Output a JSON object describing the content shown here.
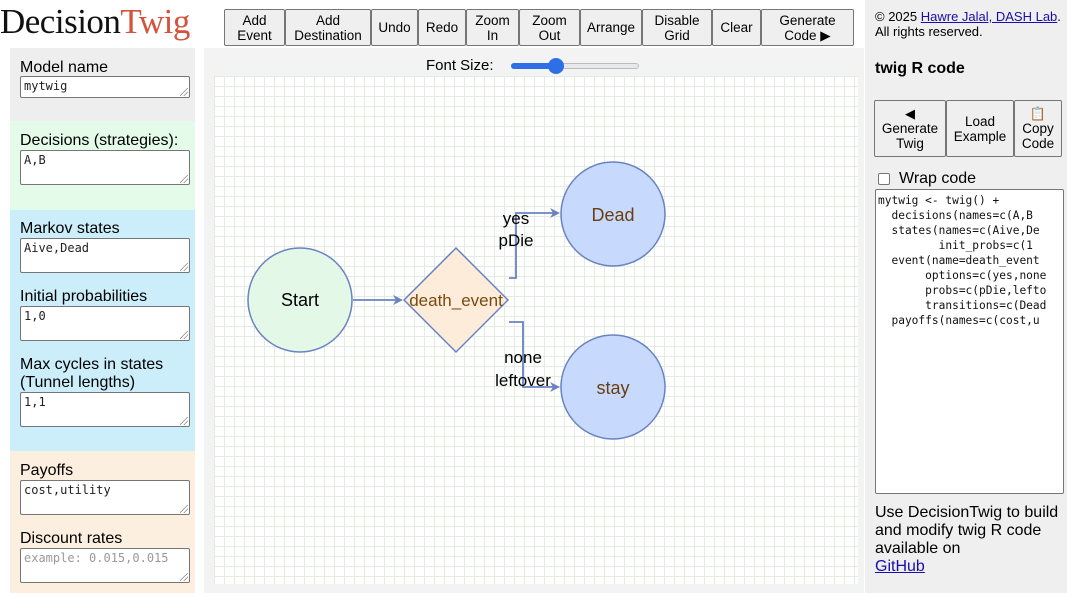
{
  "logo": {
    "part1": "Decision",
    "part2": "Twig"
  },
  "toolbar": {
    "add_event": [
      "Add",
      "Event"
    ],
    "add_destination": [
      "Add",
      "Destination"
    ],
    "undo": "Undo",
    "redo": "Redo",
    "zoom_in": [
      "Zoom",
      "In"
    ],
    "zoom_out": [
      "Zoom",
      "Out"
    ],
    "arrange": "Arrange",
    "disable_grid": [
      "Disable",
      "Grid"
    ],
    "clear": "Clear",
    "generate_code": [
      "Generate",
      "Code ▶"
    ]
  },
  "sidebar": {
    "model_name": {
      "label": "Model name",
      "value": "mytwig"
    },
    "decisions": {
      "label": "Decisions (strategies):",
      "value": "A,B"
    },
    "markov_states": {
      "label": "Markov states",
      "value": "Aive,Dead"
    },
    "initial_probs": {
      "label": "Initial probabilities",
      "value": "1,0"
    },
    "max_cycles": {
      "label_line1": "Max cycles in states",
      "label_line2": "(Tunnel lengths)",
      "value": "1,1"
    },
    "payoffs": {
      "label": "Payoffs",
      "value": "cost,utility"
    },
    "discount_rates": {
      "label": "Discount rates",
      "placeholder": "example: 0.015,0.015"
    }
  },
  "colors": {
    "model_bg": "#eeeeee",
    "decisions_bg": "#e5fbea",
    "markov_bg": "#cbeefa",
    "payoffs_bg": "#fcefdf",
    "start_fill": "#e3f8e6",
    "event_fill": "#fcecd9",
    "dest_fill": "#c7d9fd",
    "stroke": "#6a82c2",
    "event_text": "#7a4a12",
    "dest_text": "#6a3f10",
    "accent": "#2f6fe6"
  },
  "canvas": {
    "font_size_label": "Font Size:",
    "font_size_fraction": 0.35
  },
  "diagram": {
    "start": "Start",
    "event": "death_event",
    "dest_dead": "Dead",
    "dest_stay": "stay",
    "edge_yes": [
      "yes",
      "pDie"
    ],
    "edge_none": [
      "none",
      "leftover"
    ]
  },
  "right_panel": {
    "copyright_prefix": "© 2025 ",
    "copyright_link": "Hawre Jalal, DASH Lab",
    "copyright_suffix": ". All rights reserved.",
    "code_title": "twig R code",
    "generate_twig": [
      "Generate",
      "Twig"
    ],
    "load_example": [
      "Load",
      "Example"
    ],
    "copy_code": [
      "Copy",
      "Code"
    ],
    "wrap_code": "Wrap code",
    "code_lines": [
      "mytwig <- twig() +",
      "  decisions(names=c(A,B",
      "  states(names=c(Aive,De",
      "         init_probs=c(1",
      "  event(name=death_event",
      "       options=c(yes,none",
      "       probs=c(pDie,lefto",
      "       transitions=c(Dead",
      "  payoffs(names=c(cost,u"
    ],
    "desc_text": "Use DecisionTwig to build and modify twig R code available on",
    "desc_link": "GitHub"
  }
}
